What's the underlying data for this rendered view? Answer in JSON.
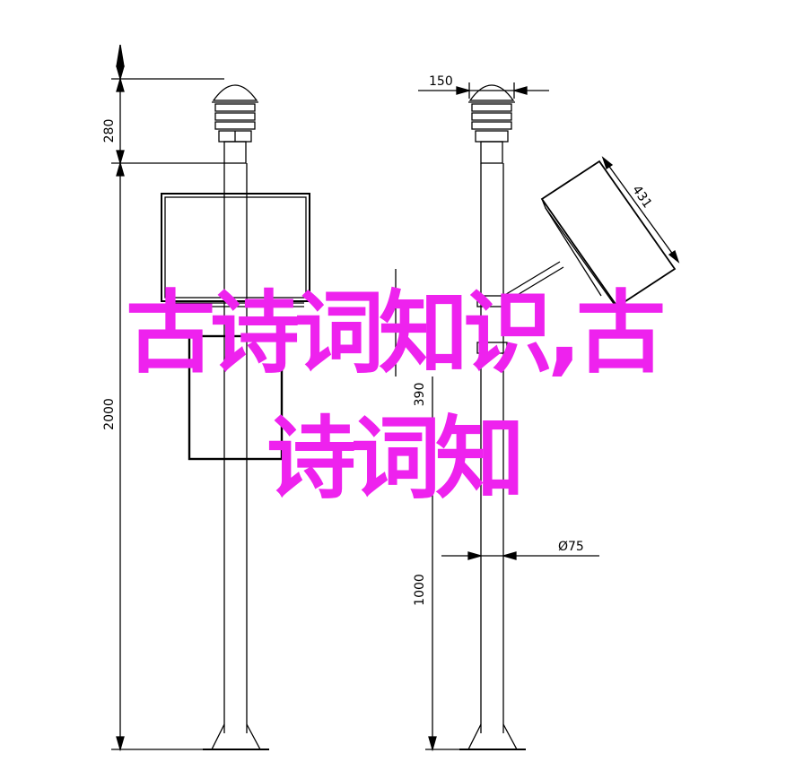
{
  "drawing": {
    "dimensions": {
      "lamp_height": "280",
      "total_height": "2000",
      "lamp_width": "150",
      "panel_width": "431",
      "box_height": "390",
      "pole_diameter": "Ø75",
      "lower_height": "1000"
    }
  },
  "overlay": {
    "line1": "古诗词知识,古",
    "line2": "诗词知"
  },
  "colors": {
    "line": "#000000",
    "overlay_text": "#ee22ee",
    "background": "#ffffff"
  }
}
